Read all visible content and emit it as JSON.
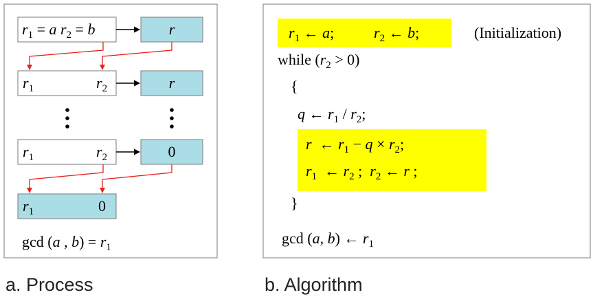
{
  "process": {
    "caption": "a. Process",
    "row1_left": {
      "r1": "r",
      "sub1": "1",
      "eq1": " = ",
      "a": "a",
      "r2": "r",
      "sub2": "2",
      "eq2": " = ",
      "b": "b"
    },
    "row1_right": "r",
    "row2_left": {
      "r1": "r",
      "sub1": "1",
      "r2": "r",
      "sub2": "2"
    },
    "row2_right": "r",
    "dots": "⋮",
    "row3_left": {
      "r1": "r",
      "sub1": "1",
      "r2": "r",
      "sub2": "2"
    },
    "row3_right": "0",
    "row4": {
      "r1": "r",
      "sub1": "1",
      "zero": "0"
    },
    "result": {
      "gcd": "gcd (",
      "a": "a",
      "comma": " , ",
      "b": "b",
      "close": ") = ",
      "r": "r",
      "sub": "1"
    }
  },
  "algorithm": {
    "caption": "b. Algorithm",
    "init": {
      "r1": "r",
      "sub1": "1",
      "arrow1": " ← ",
      "a": "a",
      "semi1": ";",
      "r2": "r",
      "sub2": "2",
      "arrow2": " ← ",
      "b": "b",
      "semi2": ";"
    },
    "init_label": "(Initialization)",
    "while": {
      "kw": "while (",
      "r": "r",
      "sub": "2",
      "cond": " > 0)"
    },
    "open_brace": "{",
    "q_line": {
      "q": "q",
      "arrow": " ← ",
      "r1": "r",
      "sub1": "1",
      "div": " / ",
      "r2": "r",
      "sub2": "2",
      "semi": ";"
    },
    "r_line": {
      "r": "r",
      "arrow": "  ← ",
      "r1": "r",
      "sub1": "1",
      "minus": " − ",
      "q": "q",
      "times": " × ",
      "r2": "r",
      "sub2": "2",
      "semi": ";"
    },
    "swap_line": {
      "r1": "r",
      "sub1": "1",
      "arrow1": "  ← ",
      "r2a": "r",
      "sub2a": "2",
      "semi1": " ;  ",
      "r2b": "r",
      "sub2b": "2",
      "arrow2": " ← ",
      "r": "r",
      "semi2": " ;"
    },
    "close_brace": "}",
    "result": {
      "gcd": "gcd (",
      "a": "a",
      "comma": ", ",
      "b": "b",
      "close": ") ← ",
      "r": "r",
      "sub": "1"
    }
  },
  "colors": {
    "box_blue": "#abdde6",
    "highlight": "#ffff00",
    "arrow_red": "#e8201c",
    "border": "#7a7a7a"
  }
}
